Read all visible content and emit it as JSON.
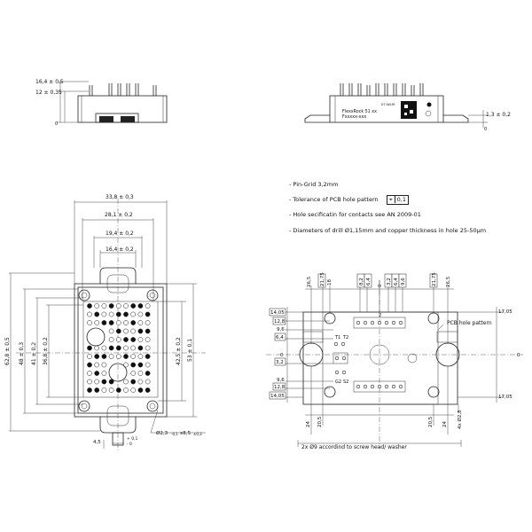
{
  "side_view_left": {
    "dim_top": "16,4 ± 0,5",
    "dim_mid": "12 ± 0,35",
    "dim_base": "0"
  },
  "side_view_right": {
    "label_line1": "FlexxRock 51 xx",
    "label_line2": "Fxxxxx-xxx",
    "label_small": "07-WLM",
    "dim_right": "1,3 ± 0,2",
    "dim_base": "0"
  },
  "notes": [
    "- Pin-Grid 3,2mm",
    "- Tolerance of PCB hole pattern",
    "- Hole secificatin for contacts see AN 2009-01",
    "- Diameters of drill Ø1,15mm and copper thickness in hole 25-50µm"
  ],
  "tolerance_frame": {
    "symbol": "⌖",
    "value": "0,1"
  },
  "top_view": {
    "widths": [
      "33,8 ± 0,3",
      "28,1 ± 0,2",
      "19,4 ± 0,2",
      "16,4 ± 0,2"
    ],
    "heights_left": [
      "62,8 ± 0,5",
      "48 ± 0,3",
      "41 ± 0,2",
      "36,8 ± 0,2"
    ],
    "heights_right": [
      "42,5 ± 0,2",
      "53 ± 0,1"
    ],
    "hole_label": "Ø2,3",
    "hole_tol": "-0,1",
    "hole_x": "x8,5",
    "hole_x_tol": "±0,3",
    "tab_dim": "4,5",
    "tab_tol_top": "+ 0,1",
    "tab_tol_bot": "- 0"
  },
  "pcb_pattern": {
    "title": "PCB hole pattern",
    "top_dims": [
      "26,5",
      "21,75",
      "18",
      "8,2",
      "6,4",
      "0",
      "3,2",
      "6,4",
      "9,6",
      "21,75",
      "26,5"
    ],
    "left_dims": [
      "14,05",
      "12,8",
      "9,6",
      "6,4",
      "0",
      "3,2",
      "9,6",
      "12,8",
      "14,05"
    ],
    "right_dims": [
      "17,05",
      "0",
      "17,05"
    ],
    "bottom_dims": [
      "24",
      "20,5",
      "20,5",
      "24"
    ],
    "pin_labels": [
      "T1",
      "T2",
      "G2",
      "S2",
      "2"
    ],
    "hole_dia": "4x Ø2,8",
    "note_bottom": "2x Ø9 accordind to screw head/ washer"
  }
}
